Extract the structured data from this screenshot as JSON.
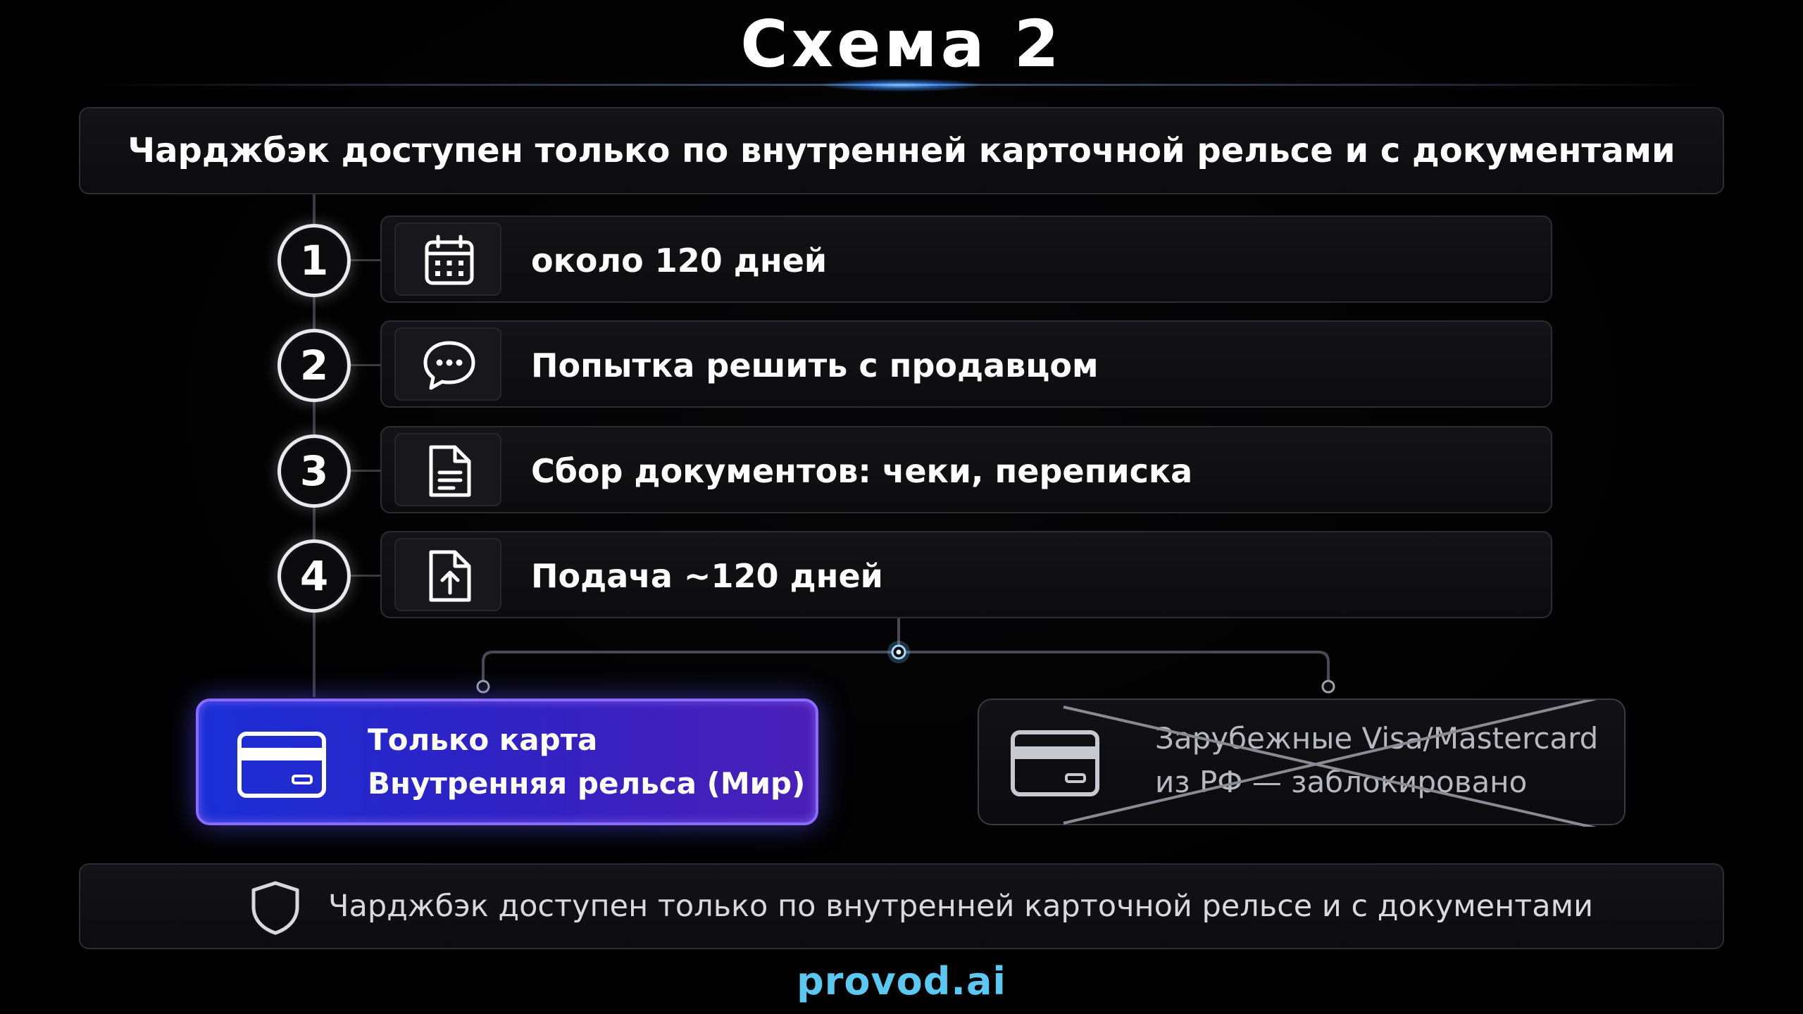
{
  "title": "Схема 2",
  "header": {
    "text": "Чарджбэк доступен только по внутренней карточной рельсе и с документами"
  },
  "steps": [
    {
      "number": "1",
      "icon": "calendar-icon",
      "text": "около 120 дней"
    },
    {
      "number": "2",
      "icon": "chat-bubble-icon",
      "text": "Попытка решить с продавцом"
    },
    {
      "number": "3",
      "icon": "document-icon",
      "text": "Сбор документов: чеки, переписка"
    },
    {
      "number": "4",
      "icon": "upload-file-icon",
      "text": "Подача ~120 дней"
    }
  ],
  "outcomes": {
    "allowed": {
      "line1": "Только карта",
      "line2": "Внутренняя рельса (Мир)",
      "icon": "credit-card-icon",
      "status": "highlighted"
    },
    "blocked": {
      "line1": "Зарубежные Visa/Mastercard",
      "line2": "из РФ — заблокировано",
      "icon": "credit-card-icon",
      "status": "crossed-out"
    }
  },
  "footer": {
    "icon": "shield-icon",
    "text": "Чарджбэк доступен только по внутренней карточной рельсе и с документами"
  },
  "brand": "provod.ai",
  "colors": {
    "background": "#000000",
    "accent_blue": "#5ac8f0",
    "card_gradient_start": "#1a2fd6",
    "card_gradient_end": "#4a1fb8",
    "card_border": "#8a6bff"
  }
}
